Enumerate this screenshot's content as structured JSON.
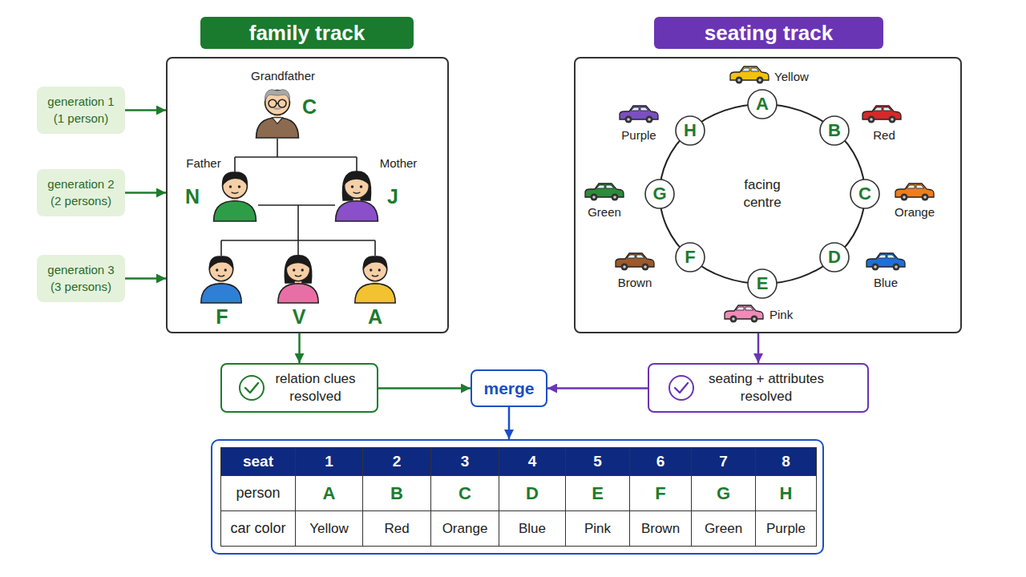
{
  "diagram": {
    "nodes": [
      {
        "text": [
          "generation 1 (1 person)"
        ]
      },
      {
        "text": [
          "generation 2 (2 persons)"
        ]
      },
      {
        "text": [
          "generation 3 (3 persons)"
        ]
      },
      {
        "text": [
          "family track"
        ]
      },
      {
        "text": [
          "seating track"
        ]
      },
      {
        "text": [
          "facing centre"
        ],
        "in": 4
      },
      {
        "text": [
          "A"
        ],
        "in": 4
      },
      {
        "text": [
          "B"
        ],
        "in": 4
      },
      {
        "text": [
          "C"
        ],
        "in": 4
      },
      {
        "text": [
          "D"
        ],
        "in": 4
      },
      {
        "text": [
          "E"
        ],
        "in": 4
      },
      {
        "text": [
          "F"
        ],
        "in": 4
      },
      {
        "text": [
          "G"
        ],
        "in": 4
      },
      {
        "text": [
          "H"
        ],
        "in": 4
      },
      {
        "text": [
          "relation clues resolved"
        ]
      },
      {
        "text": [
          "merge"
        ]
      },
      {
        "text": [
          "seating + attributes resolved"
        ]
      },
      {
        "text": []
      }
    ],
    "edges": [
      {
        "from": 0,
        "to": 3,
        "arrow": "to"
      },
      {
        "from": 1,
        "to": 3,
        "arrow": "to"
      },
      {
        "from": 2,
        "to": 3,
        "arrow": "to"
      },
      {
        "from": 3,
        "to": 14,
        "arrow": "to"
      },
      {
        "from": 4,
        "to": 16,
        "arrow": "to"
      },
      {
        "from": 14,
        "to": 15,
        "arrow": "to"
      },
      {
        "from": 16,
        "to": 15,
        "arrow": "to"
      },
      {
        "from": 15,
        "to": 17,
        "arrow": "to"
      }
    ],
    "labels": [
      "Grandfather",
      "C",
      "Father",
      "N",
      "Mother",
      "J",
      "F",
      "V",
      "A",
      "Yellow",
      "Red",
      "Orange",
      "Blue",
      "Pink",
      "Brown",
      "Green",
      "Purple",
      "seat",
      "1",
      "2",
      "3",
      "4",
      "5",
      "6",
      "7",
      "8",
      "person",
      "A",
      "B",
      "C",
      "D",
      "E",
      "F",
      "G",
      "H",
      "car color",
      "Yellow",
      "Red",
      "Orange",
      "Blue",
      "Pink",
      "Brown",
      "Green",
      "Purple"
    ]
  }
}
